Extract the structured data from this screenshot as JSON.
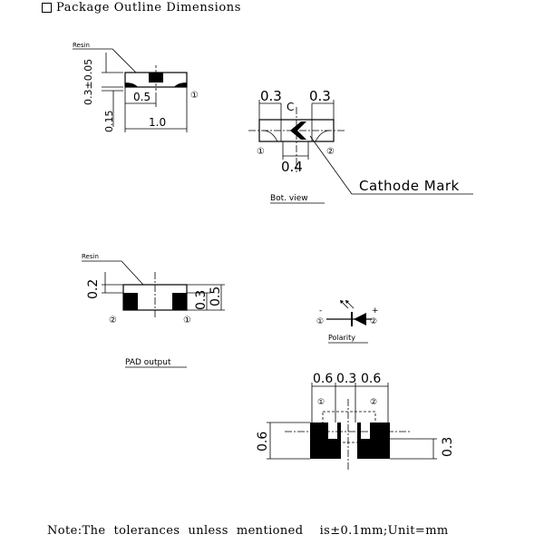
{
  "header": {
    "title": "Package Outline Dimensions"
  },
  "side_view": {
    "resin_label": "Resin",
    "dim_thickness": "0.3±0.05",
    "dim_pad": "0.15",
    "dim_half": "0.5",
    "dim_length": "1.0",
    "pin": "①"
  },
  "bottom_view": {
    "dim_left": "0.3",
    "dim_right": "0.3",
    "dim_center": "0.4",
    "cl_mark": "C",
    "pin1": "①",
    "pin2": "②",
    "cathode_label": "Cathode Mark",
    "caption": "Bot. view"
  },
  "pad_output": {
    "resin_label": "Resin",
    "dim_top": "0.2",
    "dim_pad_h": "0.3",
    "dim_total_h": "0.5",
    "pin2": "②",
    "pin1": "①",
    "caption": "PAD output"
  },
  "polarity": {
    "minus": "-",
    "plus": "+",
    "pin1": "①",
    "pin2": "②",
    "caption": "Polarity"
  },
  "footprint": {
    "dim_left": "0.6",
    "dim_gap": "0.3",
    "dim_right": "0.6",
    "dim_height": "0.6",
    "dim_inner": "0.3",
    "pin1": "①",
    "pin2": "②"
  },
  "note": {
    "text": "Note:The  tolerances  unless  mentioned    is±0.1mm;Unit=mm"
  }
}
